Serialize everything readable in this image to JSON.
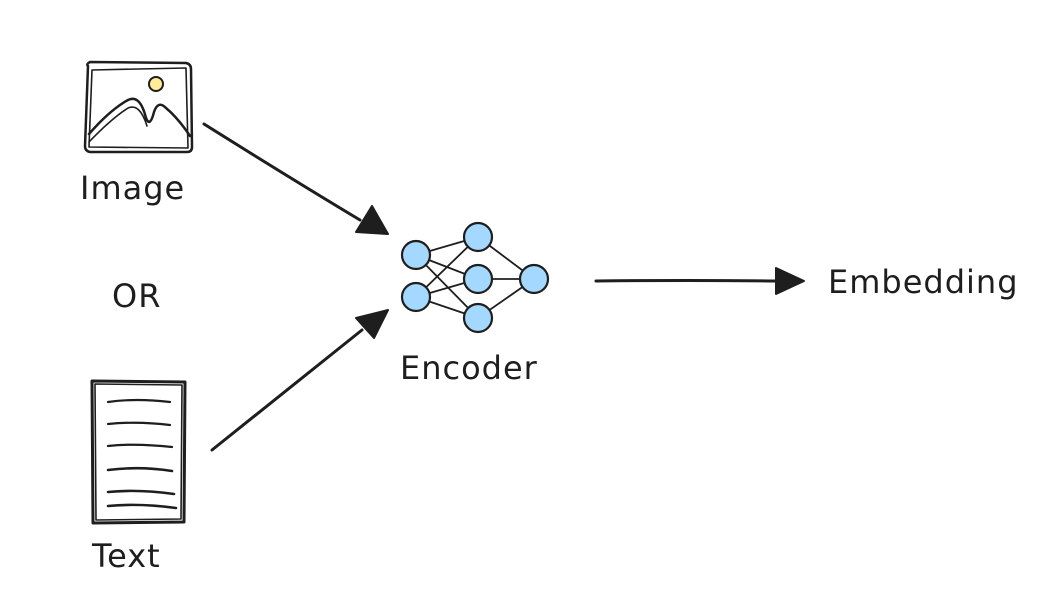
{
  "labels": {
    "image": "Image",
    "or": "OR",
    "text": "Text",
    "encoder": "Encoder",
    "embedding": "Embedding"
  },
  "icons": {
    "image_input": "image-icon",
    "text_input": "document-icon",
    "encoder": "neural-network-icon"
  },
  "colors": {
    "stroke": "#1e1e1e",
    "node_fill": "#a5d8ff",
    "sun_fill": "#ffec99",
    "background": "#ffffff"
  }
}
